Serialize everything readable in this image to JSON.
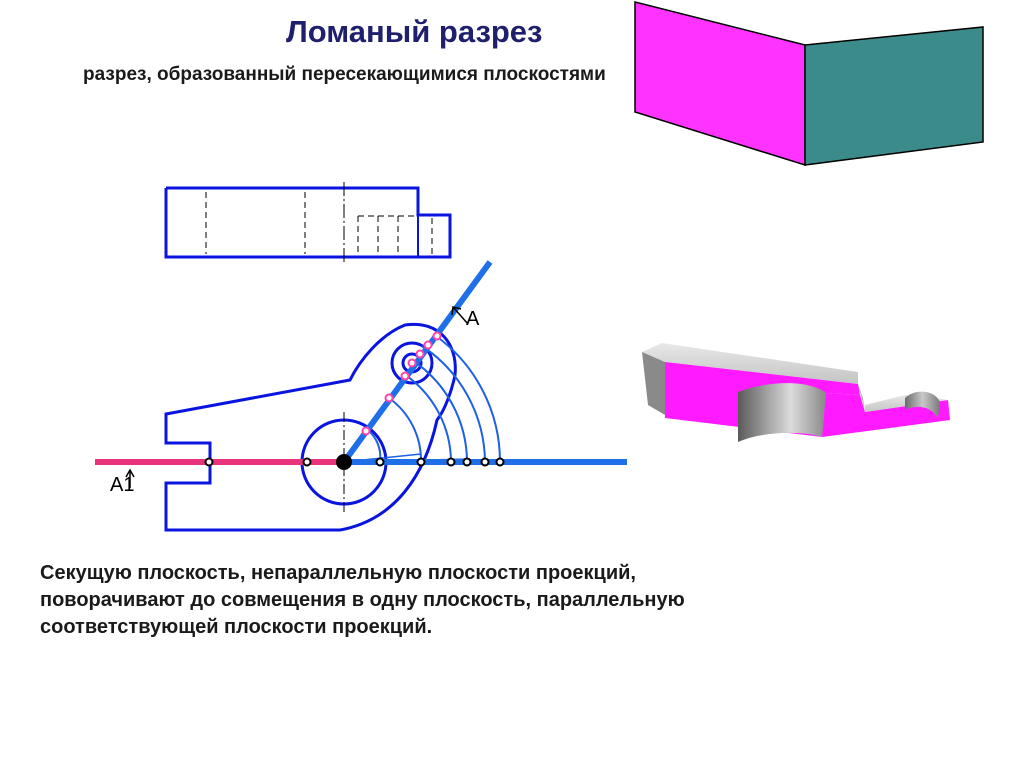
{
  "slide": {
    "title": "Ломаный  разрез",
    "subtitle": "разрез, образованный пересекающимися плоскостями",
    "description_lines": [
      "Секущую плоскость, непараллельную плоскости проекций,",
      "поворачивают до совмещения в одну плоскость, параллельную",
      "соответствующей плоскости проекций."
    ]
  },
  "drawing": {
    "label_a": "А",
    "label_a1": "А1",
    "icons": [
      "bent-planes-icon",
      "part-3d-section-icon"
    ]
  },
  "colors": {
    "title": "#1f1f6e",
    "outline": "#0a14e0",
    "cut_line_blue": "#1e6fe8",
    "cut_line_pink": "#e8347c",
    "plane_magenta": "#ff33ff",
    "plane_teal": "#3b8b8b"
  }
}
